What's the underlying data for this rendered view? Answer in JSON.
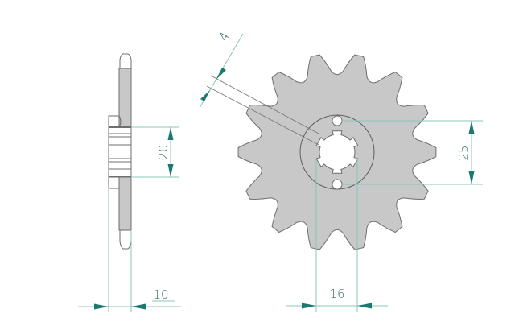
{
  "drawing": {
    "subject": "front sprocket technical drawing",
    "colors": {
      "dimension_text": "#2f6e6a",
      "dimension_lines": "#8cc4bb",
      "arrowheads": "#1a7a70",
      "part_fill": "#c8c8c8",
      "part_outline": "#6e6e6e",
      "background": "#ffffff"
    },
    "side_view": {
      "dimensions": {
        "hub_height": "20",
        "thickness": "10"
      }
    },
    "front_view": {
      "teeth_count": 14,
      "spline_count": 6,
      "bolt_holes": 2,
      "dimensions": {
        "chain_width_label": "4",
        "hole_spacing": "25",
        "spline_diameter": "16"
      }
    }
  }
}
